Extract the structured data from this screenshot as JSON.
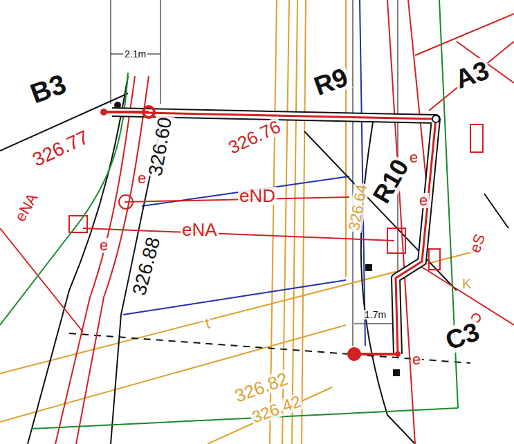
{
  "diagram": {
    "labels": [
      "2.1m",
      "B3",
      "R9",
      "A3",
      "326.77",
      "326.60",
      "326.76",
      "R10",
      "326.64",
      "eND",
      "eNA",
      "eNA",
      "326.88",
      "1.7m",
      "C3",
      "326.82",
      "326.42",
      "eS",
      "e",
      "e",
      "e",
      "e",
      "e",
      "K",
      "t"
    ]
  }
}
